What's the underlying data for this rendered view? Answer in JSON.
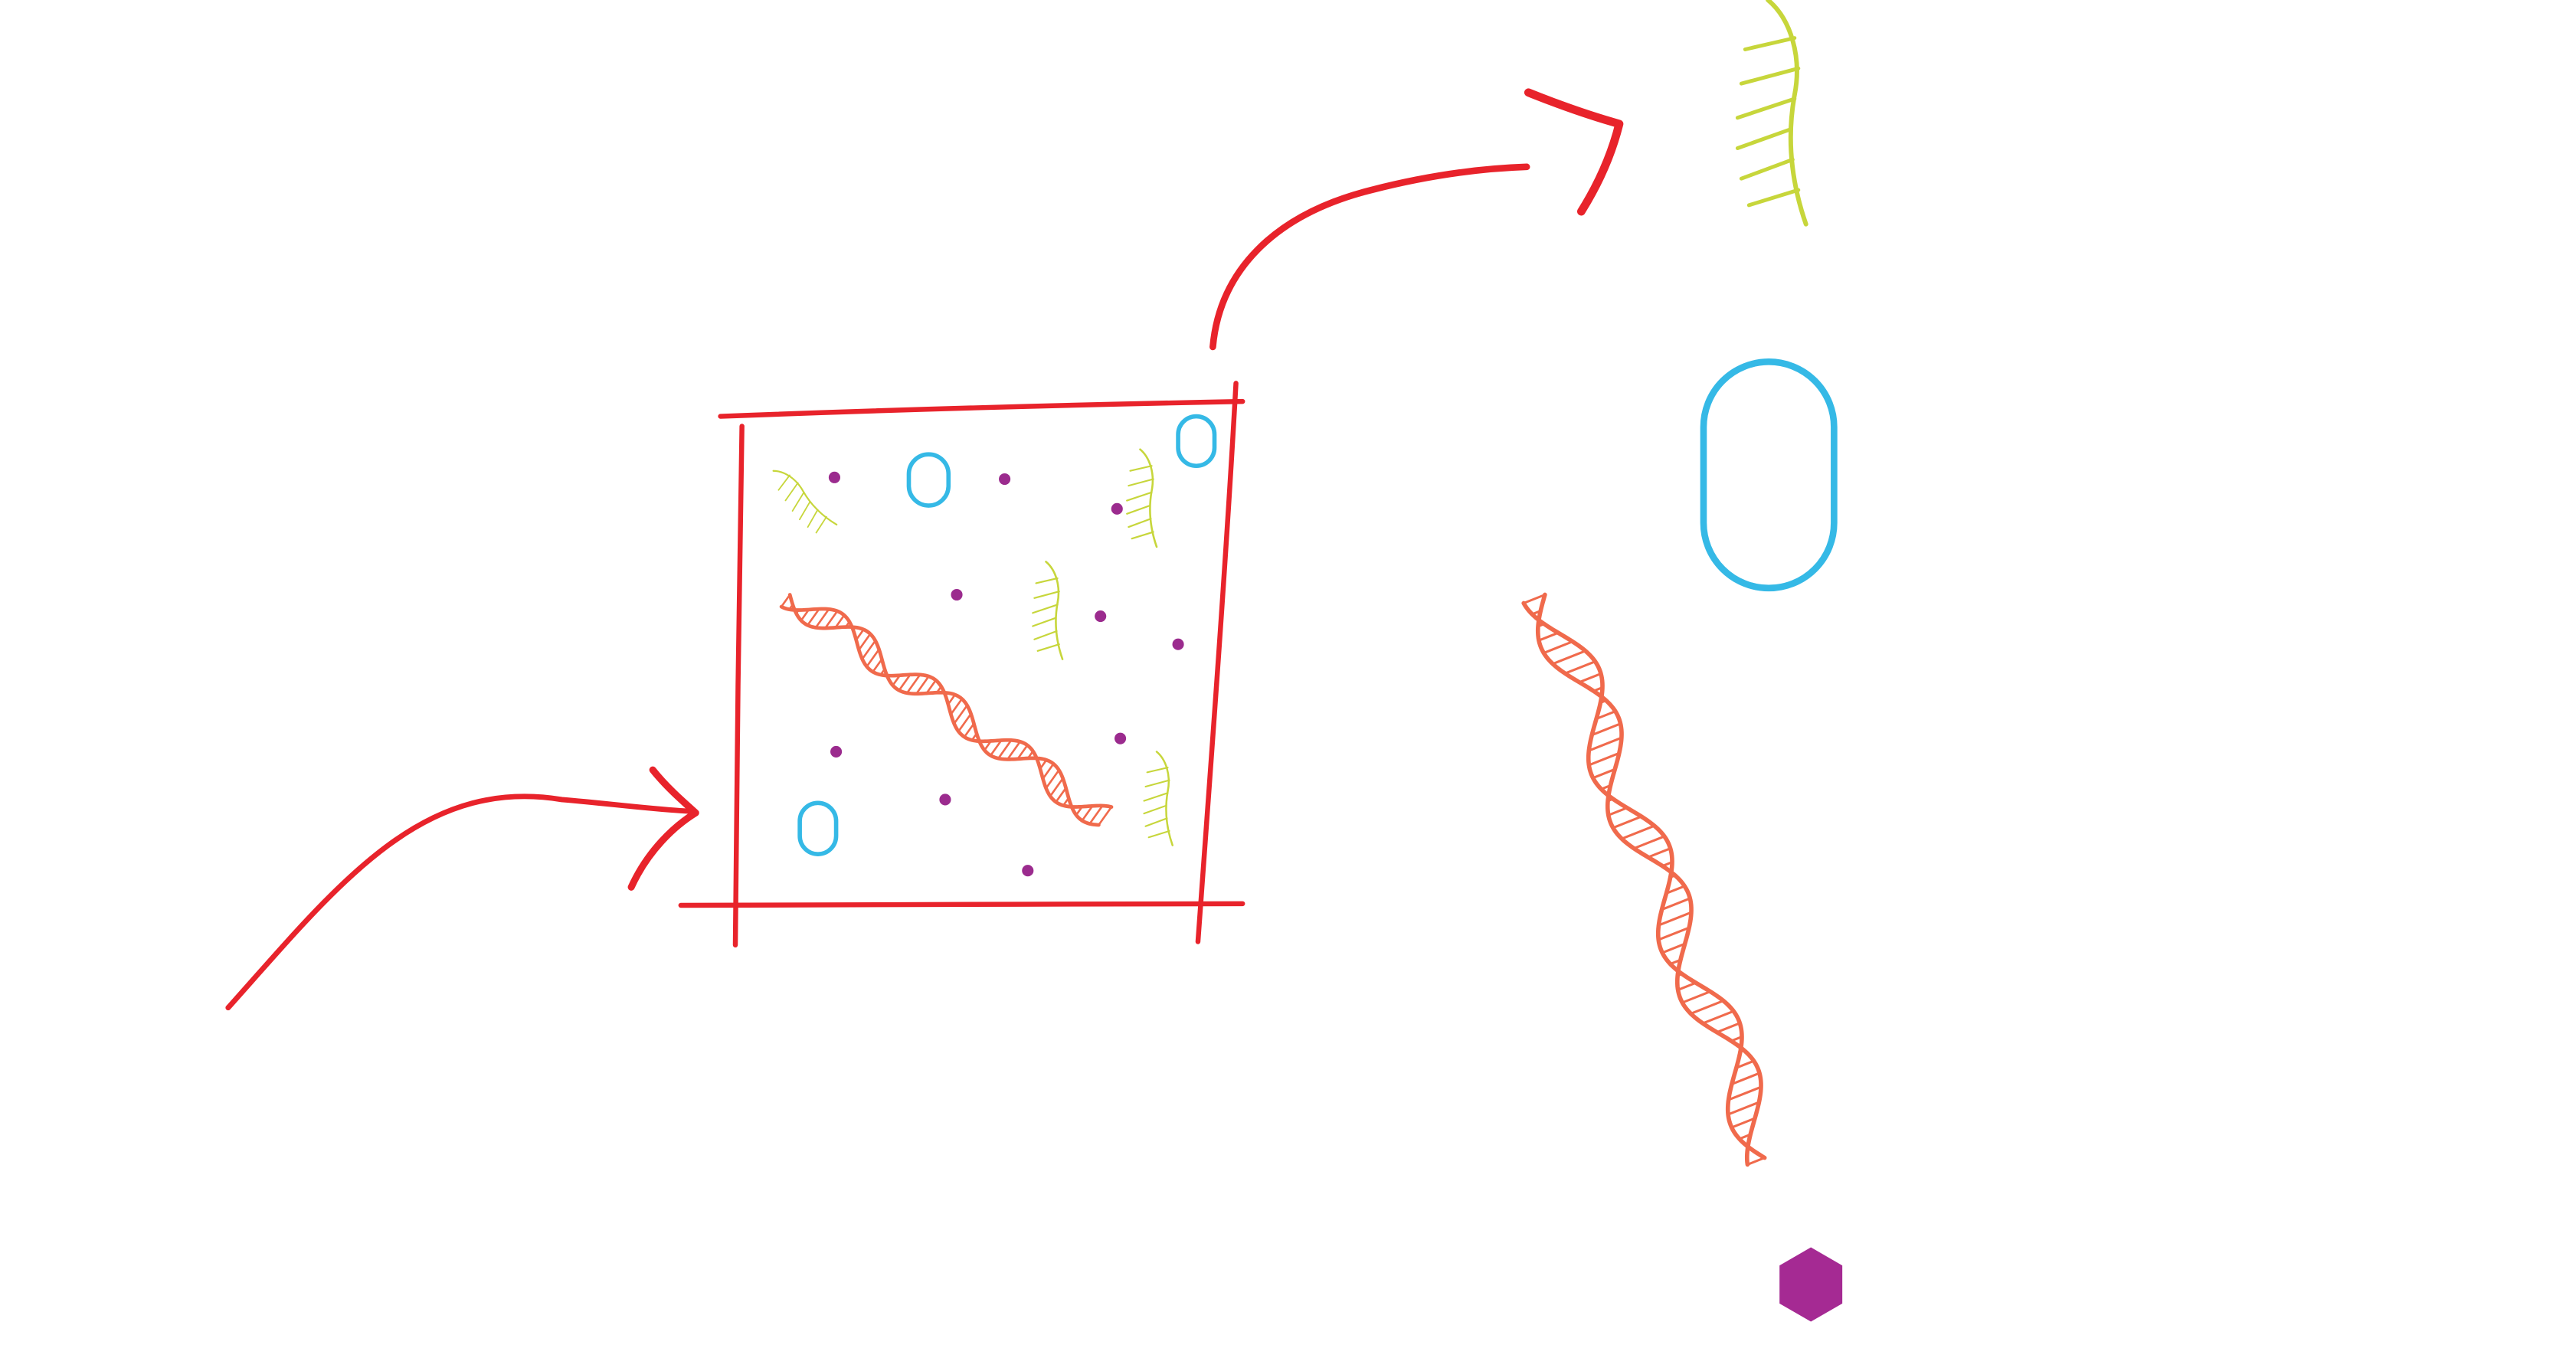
{
  "diagram": {
    "colors": {
      "arrow": "#e8232b",
      "container": "#e8232b",
      "helix": "#f06a4c",
      "strand": "#c7d63b",
      "capsule": "#35b9e6",
      "dot": "#9b2b8e",
      "hexagon": "#a52a93"
    },
    "elements": [
      {
        "name": "input-arrow",
        "icon": "curved-arrow"
      },
      {
        "name": "sample-box",
        "icon": "sketched-square"
      },
      {
        "name": "output-arrow",
        "icon": "curved-arrow"
      },
      {
        "name": "strand-component",
        "icon": "single-strand-icon"
      },
      {
        "name": "capsule-component",
        "icon": "capsule-icon"
      },
      {
        "name": "helix-component",
        "icon": "double-helix-icon"
      },
      {
        "name": "molecule-component",
        "icon": "hexagon-icon"
      }
    ]
  }
}
